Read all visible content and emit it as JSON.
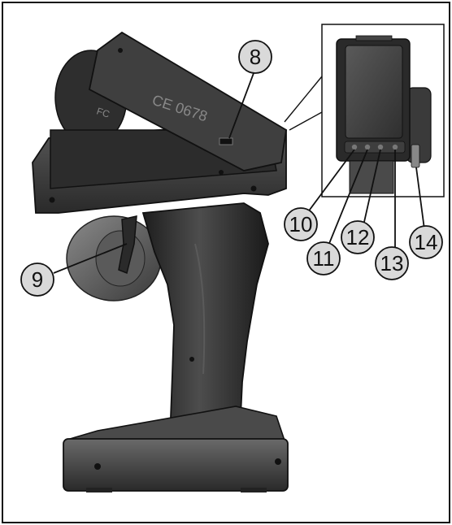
{
  "figure": {
    "description_free": true,
    "callouts": [
      {
        "id": "8",
        "label": "8"
      },
      {
        "id": "9",
        "label": "9"
      },
      {
        "id": "10",
        "label": "10"
      },
      {
        "id": "11",
        "label": "11"
      },
      {
        "id": "12",
        "label": "12"
      },
      {
        "id": "13",
        "label": "13"
      },
      {
        "id": "14",
        "label": "14"
      }
    ],
    "device_markings": {
      "ce_mark": "CE 0678",
      "fc_mark": "FC"
    },
    "colors": {
      "frame": "#111111",
      "body_dark": "#2b2b2b",
      "body_mid": "#4a4a4a",
      "body_light": "#7a7a7a",
      "screen": "#3e3e3e",
      "callout_fill": "#d9d9d9"
    }
  }
}
